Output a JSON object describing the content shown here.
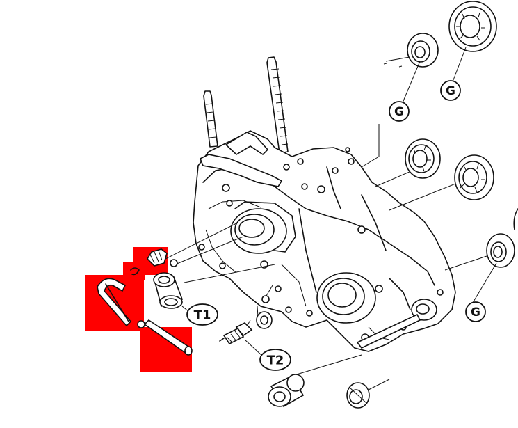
{
  "labels": {
    "g1": "G",
    "g2": "G",
    "g3": "G",
    "t1": "T1",
    "t2": "T2"
  },
  "colors": {
    "highlight": "#ff0000",
    "line": "#111111",
    "background": "#ffffff"
  }
}
